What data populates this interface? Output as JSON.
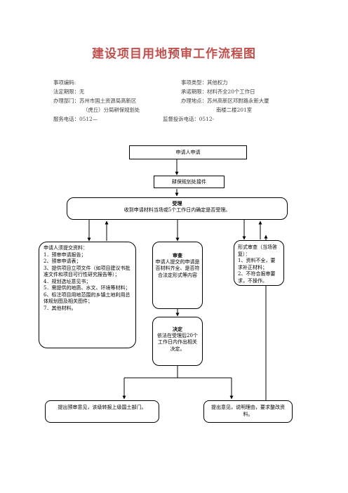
{
  "title": "建设项目用地预审工作流程图",
  "meta": {
    "item_code": "事项编码:",
    "item_type": "事项类型：其他权力",
    "legal_limit": "法定期限：无",
    "promise_limit": "承诺期限：材料齐全20个工作日",
    "dept_line1": "办理部门：苏州市国土资源局高新区",
    "dept_line2": "（虎丘）分局耕保规划处",
    "location_line1": "办理地点：苏州高新区邓尉路永新大厦",
    "location_line2": "南楼二楼201室",
    "service_phone": "服务电话：0512—",
    "supervise_phone": "监督投诉电话：0512-"
  },
  "flow": {
    "apply": "申请人申请",
    "accept_dept": "耕保规划处接件",
    "accept_title": "受理",
    "accept_text": "收到申请材料当场或5个工作日内确定是否受理。",
    "materials": {
      "heading": "申请人须提交资料：",
      "items": [
        "1．预审申请报告；",
        "2、预审申请表；",
        "3、提供项目立项文件（如项目建议书批准文件和项目可行性研究报告等）；",
        "4．规划选址意见书；",
        "5．需提供的地质、水文、环境等材料；",
        "6、标注项目用地范围的乡镇土地利用总体规划图及相关图件；",
        "7．其他材料。"
      ]
    },
    "review_title": "审查",
    "review_text": "申请人提交的申请是否材料齐全、是否符合法定形式等内容",
    "formal_review": {
      "heading": "形式审查（当场答复）：",
      "items": [
        "1、资料不全，要求补正材料；",
        "2、不符合报审要求，不操作。"
      ]
    },
    "decision_title": "决定",
    "decision_text": "依法在受理后20个工作日内作出相关决定。",
    "result_left": "提出预审意见，该级转报上级国土部门。",
    "result_right": "提出意见，说明理由，要求整改资料。"
  }
}
